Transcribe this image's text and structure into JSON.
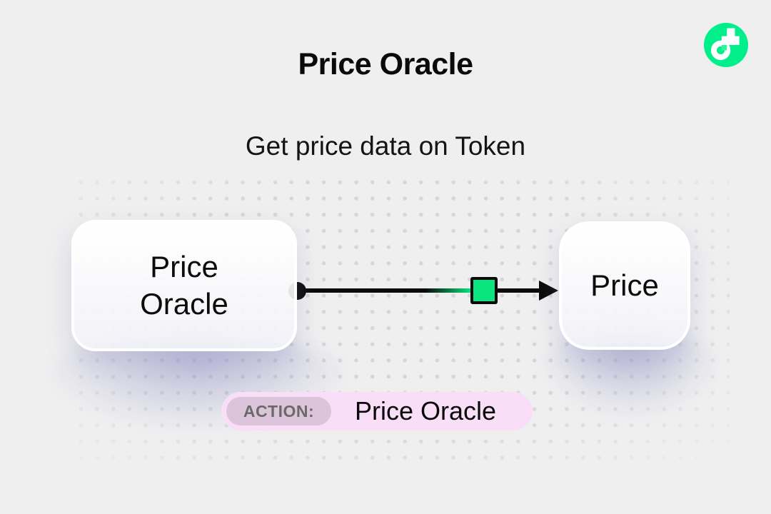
{
  "page": {
    "title": "Price Oracle",
    "subtitle": "Get price data on Token",
    "background_color": "#EFEFF0",
    "dot_color": "#D6D6D9",
    "glow_color": "#9494C7"
  },
  "brand": {
    "logo": "flow-logo",
    "logo_color": "#00EF8B"
  },
  "diagram": {
    "source_node": {
      "lines": [
        "Price",
        "Oracle"
      ]
    },
    "target_node": {
      "label": "Price"
    },
    "connector": {
      "type": "arrow",
      "line_color": "#0A0A0A",
      "marker_color": "#0CE57F"
    }
  },
  "action_badge": {
    "tag_label": "ACTION:",
    "value": "Price Oracle",
    "badge_color": "#F8DFF7",
    "tag_bg_color": "#DCC4DB",
    "tag_text_color": "#6A6A6A"
  }
}
